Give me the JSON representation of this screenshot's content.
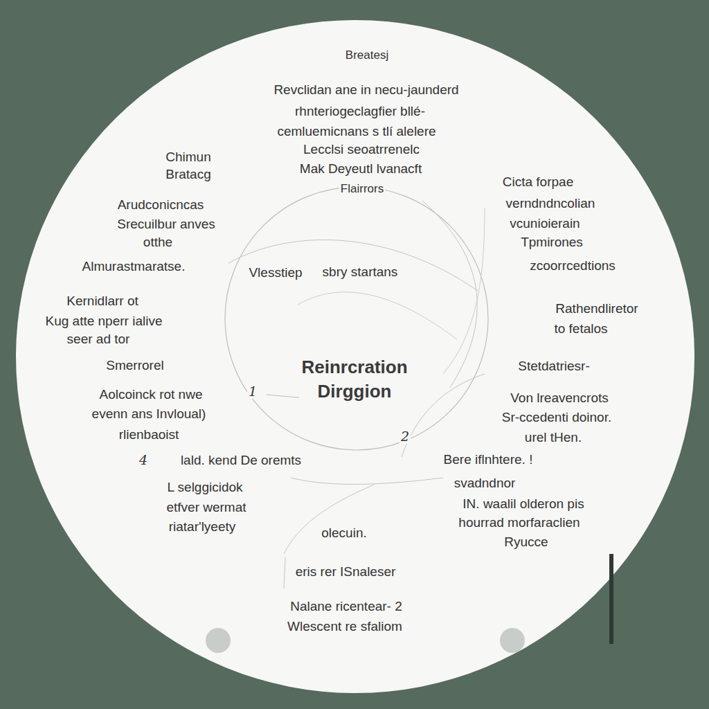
{
  "diagram": {
    "title": "Reinrcration Dirggion",
    "labels": [
      "Breatesj",
      "Revclidan ane in necu-jaunderd",
      "rhnteriogeclagfier bllé-",
      "cemluemicnans s tlí alelere",
      "Lecclsi seoatrrenelc",
      "Mak Deyeutl lvanacft",
      "Flairrors",
      "Chimun",
      "Bratacg",
      "Arudconicncas",
      "Srecuilbur anves",
      "otthe",
      "Almurastmaratse.",
      "Kernidlarr ot",
      "Kug atte nperr ialive",
      "seer ad tor",
      "Smerrorel",
      "Aolcoinck rot nwe",
      "evenn ans Invloual)",
      "rlienbaoist",
      "1",
      "4",
      "lald. kend De oremts",
      "L selggicidok",
      "etfver wermat",
      "riatar'lyeety",
      "olecuin.",
      "eris rer ISnaleser",
      "Nalane ricentear- 2",
      "Wlescent re sfaliom",
      "Vlesstiep",
      "sbry startans",
      "Cicta forpae",
      "verndndncolian",
      "vcunioierain",
      "Tpmirones",
      "zcoorrcedtions",
      "Rathendliretor",
      "to fetalos",
      "Stetdatriesr-",
      "Von lreavencrots",
      "Sr-ccedenti doinor.",
      "urel tHen.",
      "Bere iflnhtere. !",
      "svadndnor",
      "IN. waalil olderon pis",
      "hourrad morfaraclien",
      "Ryucce",
      "2"
    ]
  }
}
